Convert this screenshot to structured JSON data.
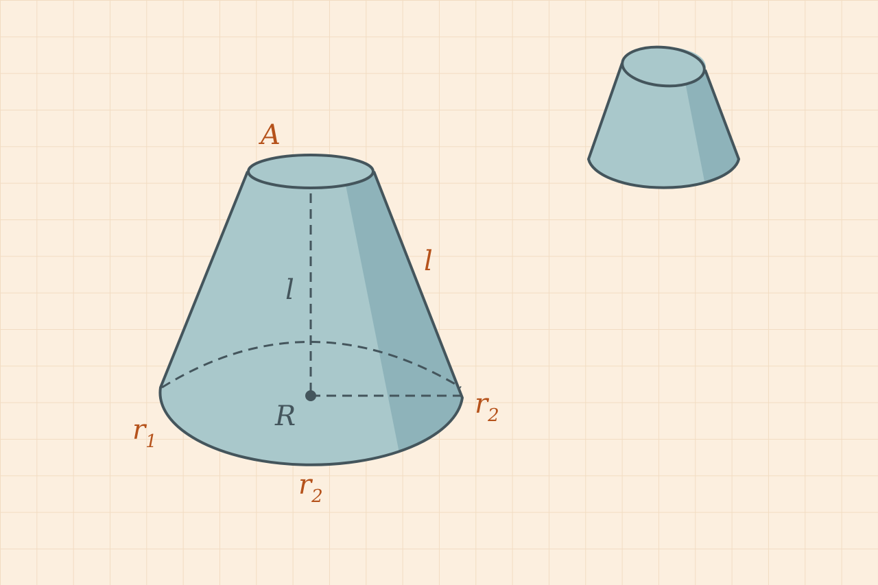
{
  "diagram": {
    "labels": {
      "apex": "A",
      "slant": "l",
      "height": "l",
      "center": "R",
      "left_radius": "r",
      "left_radius_sub": "1",
      "right_radius": "r",
      "right_radius_sub": "2",
      "bottom_radius": "r",
      "bottom_radius_sub": "2"
    },
    "colors": {
      "background": "#fcefdf",
      "grid": "#f2dcc2",
      "body_fill": "#a9c8cb",
      "shade_fill": "#8eb3ba",
      "outline": "#44555c",
      "label_accent": "#b5521b"
    }
  }
}
